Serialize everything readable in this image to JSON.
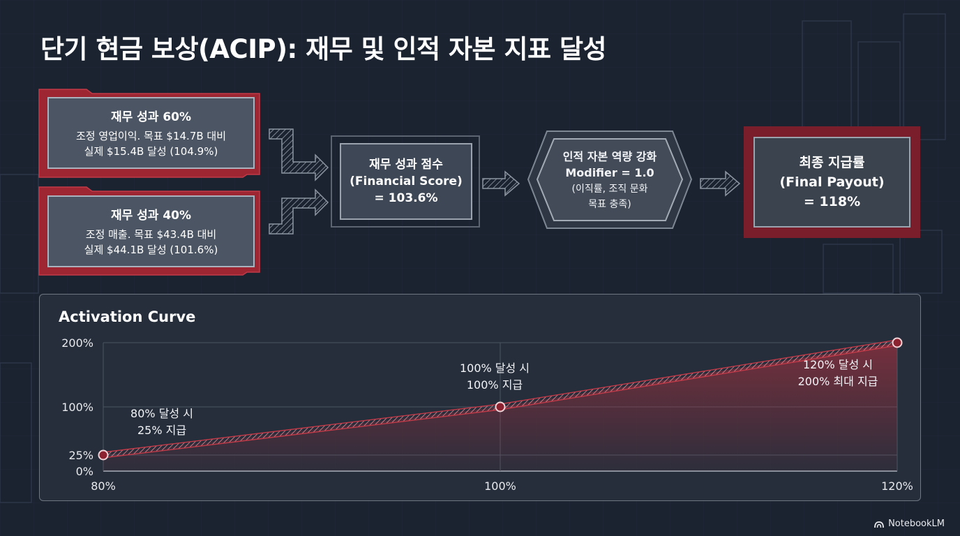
{
  "title": "단기 현금 보상(ACIP): 재무 및 인적 자본 지표 달성",
  "financial_60": {
    "heading": "재무 성과 60%",
    "line1": "조정 영업이익. 목표 $14.7B 대비",
    "line2": "실제 $15.4B 달성 (104.9%)"
  },
  "financial_40": {
    "heading": "재무 성과 40%",
    "line1": "조정 매출. 목표 $43.4B 대비",
    "line2": "실제 $44.1B 달성 (101.6%)"
  },
  "score": {
    "line1": "재무 성과 점수",
    "line2": "(Financial Score)",
    "line3": "= 103.6%"
  },
  "modifier": {
    "line1": "인적 자본 역량 강화",
    "line2": "Modifier = 1.0",
    "line3": "(이직률, 조직 문화",
    "line4": "목표 충족)"
  },
  "payout": {
    "line1": "최종 지급률",
    "line2": "(Final Payout)",
    "line3": "= 118%"
  },
  "colors": {
    "accent_red": "#b8303f",
    "box_gray": "#4c5563",
    "background": "#1b2230"
  },
  "chart_data": {
    "type": "line",
    "title": "Activation Curve",
    "x": [
      80,
      100,
      120
    ],
    "x_tick_labels": [
      "80%",
      "100%",
      "120%"
    ],
    "y": [
      25,
      100,
      200
    ],
    "y_tick_values": [
      0,
      25,
      100,
      200
    ],
    "y_tick_labels": [
      "0%",
      "25%",
      "100%",
      "200%"
    ],
    "xlim": [
      80,
      120
    ],
    "ylim": [
      0,
      200
    ],
    "grid": true,
    "annotations": [
      {
        "x": 80,
        "y": 25,
        "line1": "80% 달성 시",
        "line2": "25% 지급"
      },
      {
        "x": 100,
        "y": 100,
        "line1": "100% 달성 시",
        "line2": "100% 지급"
      },
      {
        "x": 120,
        "y": 200,
        "line1": "120% 달성 시",
        "line2": "200% 최대 지급"
      }
    ]
  },
  "brand": "NotebookLM",
  "icons": {
    "brand": "notebooklm-logo-icon"
  }
}
